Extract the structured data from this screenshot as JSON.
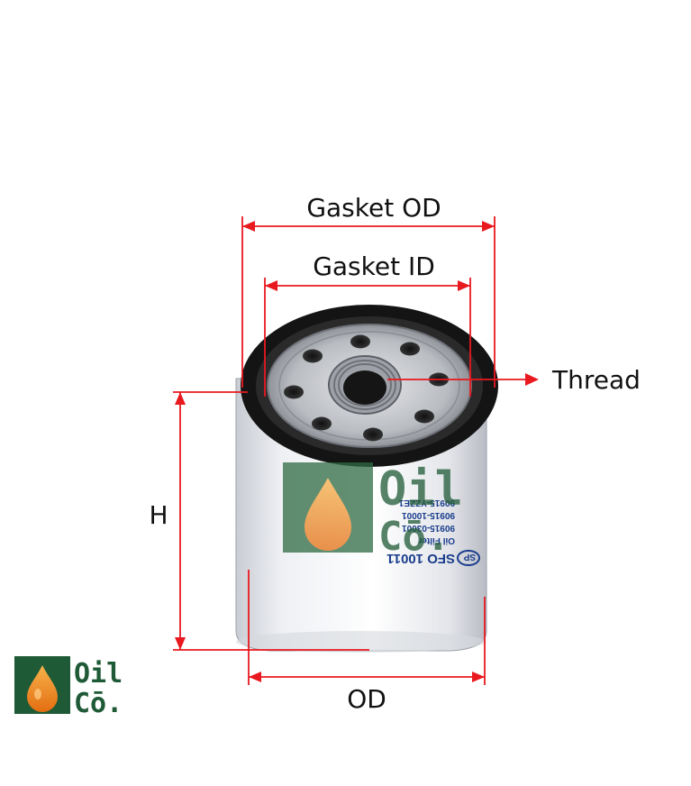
{
  "labels": {
    "gasket_od": "Gasket OD",
    "gasket_id": "Gasket ID",
    "thread": "Thread",
    "height": "H",
    "od": "OD"
  },
  "product": {
    "part_number": "SFO 10011",
    "brand_mark": "SP",
    "line1": "Oil Filter",
    "line2": "90915-03001",
    "line3": "90915-10001",
    "line4": "90915-YZZE1"
  },
  "logo": {
    "line1": "Oil",
    "line2": "Cō."
  },
  "colors": {
    "dimension": "#e8191f",
    "logo_green": "#1f5a36",
    "drop_orange": "#f08a1c",
    "print_blue": "#1a3d8c"
  }
}
